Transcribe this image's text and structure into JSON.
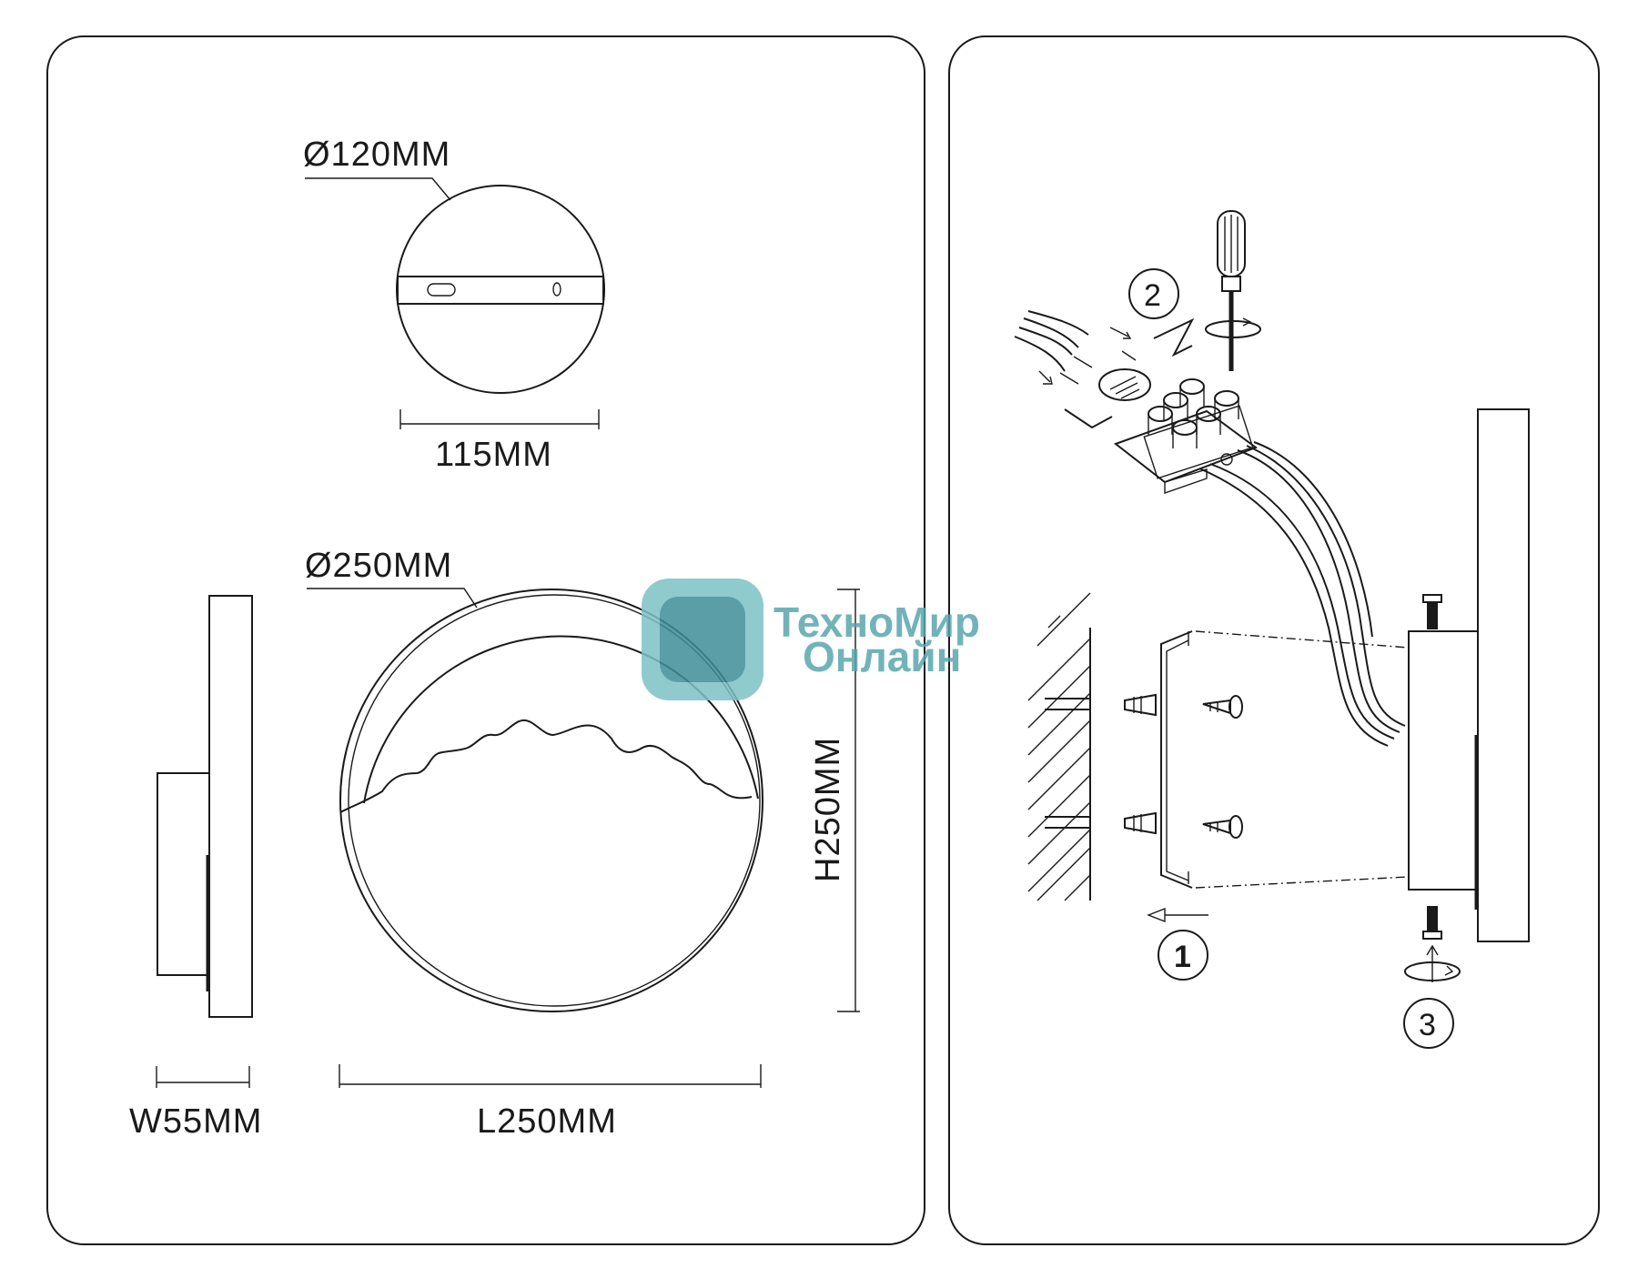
{
  "left_panel": {
    "base_diameter": "Ø120MM",
    "base_width": "115MM",
    "lamp_diameter": "Ø250MM",
    "height": "H250MM",
    "depth": "W55MM",
    "length": "L250MM"
  },
  "right_panel": {
    "steps": [
      "1",
      "2",
      "3"
    ],
    "icons": [
      "screwdriver-icon",
      "rotate-arrow-icon",
      "ground-symbol-icon",
      "screw-icon",
      "dowel-icon",
      "terminal-block-icon"
    ]
  },
  "watermark": {
    "line1": "ТехноМир",
    "line2": "Онлайн",
    "color": "#5aa6ae"
  }
}
